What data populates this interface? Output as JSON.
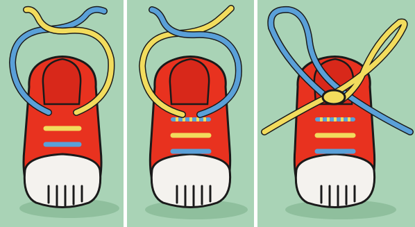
{
  "colors": {
    "background": "#a9d3b6",
    "shoe": "#e8321f",
    "shoe_dark": "#c4200f",
    "toe": "#f4f2ee",
    "lace_yellow": "#f2dc5d",
    "lace_blue": "#5aa0d8",
    "outline": "#1a1a1a",
    "shadow": "#8fbf9d"
  },
  "panels": [
    {
      "step": 1,
      "depiction": "two-loop-crossing"
    },
    {
      "step": 2,
      "depiction": "loops-tucked"
    },
    {
      "step": 3,
      "depiction": "knot-pulled-tight"
    }
  ]
}
